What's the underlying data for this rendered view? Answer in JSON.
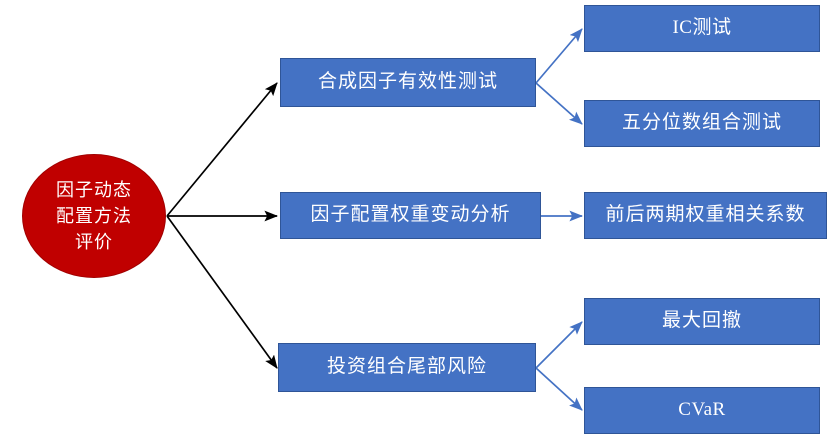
{
  "diagram": {
    "type": "flowchart",
    "orientation": "left-to-right",
    "colors": {
      "root_fill": "#C00000",
      "node_fill": "#4472C4",
      "node_border": "#2F5597",
      "primary_arrow": "#000000",
      "secondary_arrow": "#4472C4",
      "text": "#FFFFFF",
      "background": "#FFFFFF"
    },
    "root": {
      "id": "root",
      "label": "因子动态配置方法评价",
      "lines": [
        "因子动态",
        "配置方法",
        "评价"
      ],
      "shape": "ellipse"
    },
    "branches": [
      {
        "id": "branch-1",
        "label": "合成因子有效性测试",
        "shape": "rectangle",
        "children": [
          {
            "id": "leaf-1-1",
            "label": "IC测试",
            "shape": "rectangle"
          },
          {
            "id": "leaf-1-2",
            "label": "五分位数组合测试",
            "shape": "rectangle"
          }
        ]
      },
      {
        "id": "branch-2",
        "label": "因子配置权重变动分析",
        "shape": "rectangle",
        "children": [
          {
            "id": "leaf-2-1",
            "label": "前后两期权重相关系数",
            "shape": "rectangle"
          }
        ]
      },
      {
        "id": "branch-3",
        "label": "投资组合尾部风险",
        "shape": "rectangle",
        "children": [
          {
            "id": "leaf-3-1",
            "label": "最大回撤",
            "shape": "rectangle"
          },
          {
            "id": "leaf-3-2",
            "label": "CVaR",
            "shape": "rectangle"
          }
        ]
      }
    ],
    "edges": [
      {
        "from": "root",
        "to": "branch-1",
        "style": "black-arrow"
      },
      {
        "from": "root",
        "to": "branch-2",
        "style": "black-arrow"
      },
      {
        "from": "root",
        "to": "branch-3",
        "style": "black-arrow"
      },
      {
        "from": "branch-1",
        "to": "leaf-1-1",
        "style": "blue-arrow"
      },
      {
        "from": "branch-1",
        "to": "leaf-1-2",
        "style": "blue-arrow"
      },
      {
        "from": "branch-2",
        "to": "leaf-2-1",
        "style": "blue-arrow"
      },
      {
        "from": "branch-3",
        "to": "leaf-3-1",
        "style": "blue-arrow"
      },
      {
        "from": "branch-3",
        "to": "leaf-3-2",
        "style": "blue-arrow"
      }
    ]
  }
}
